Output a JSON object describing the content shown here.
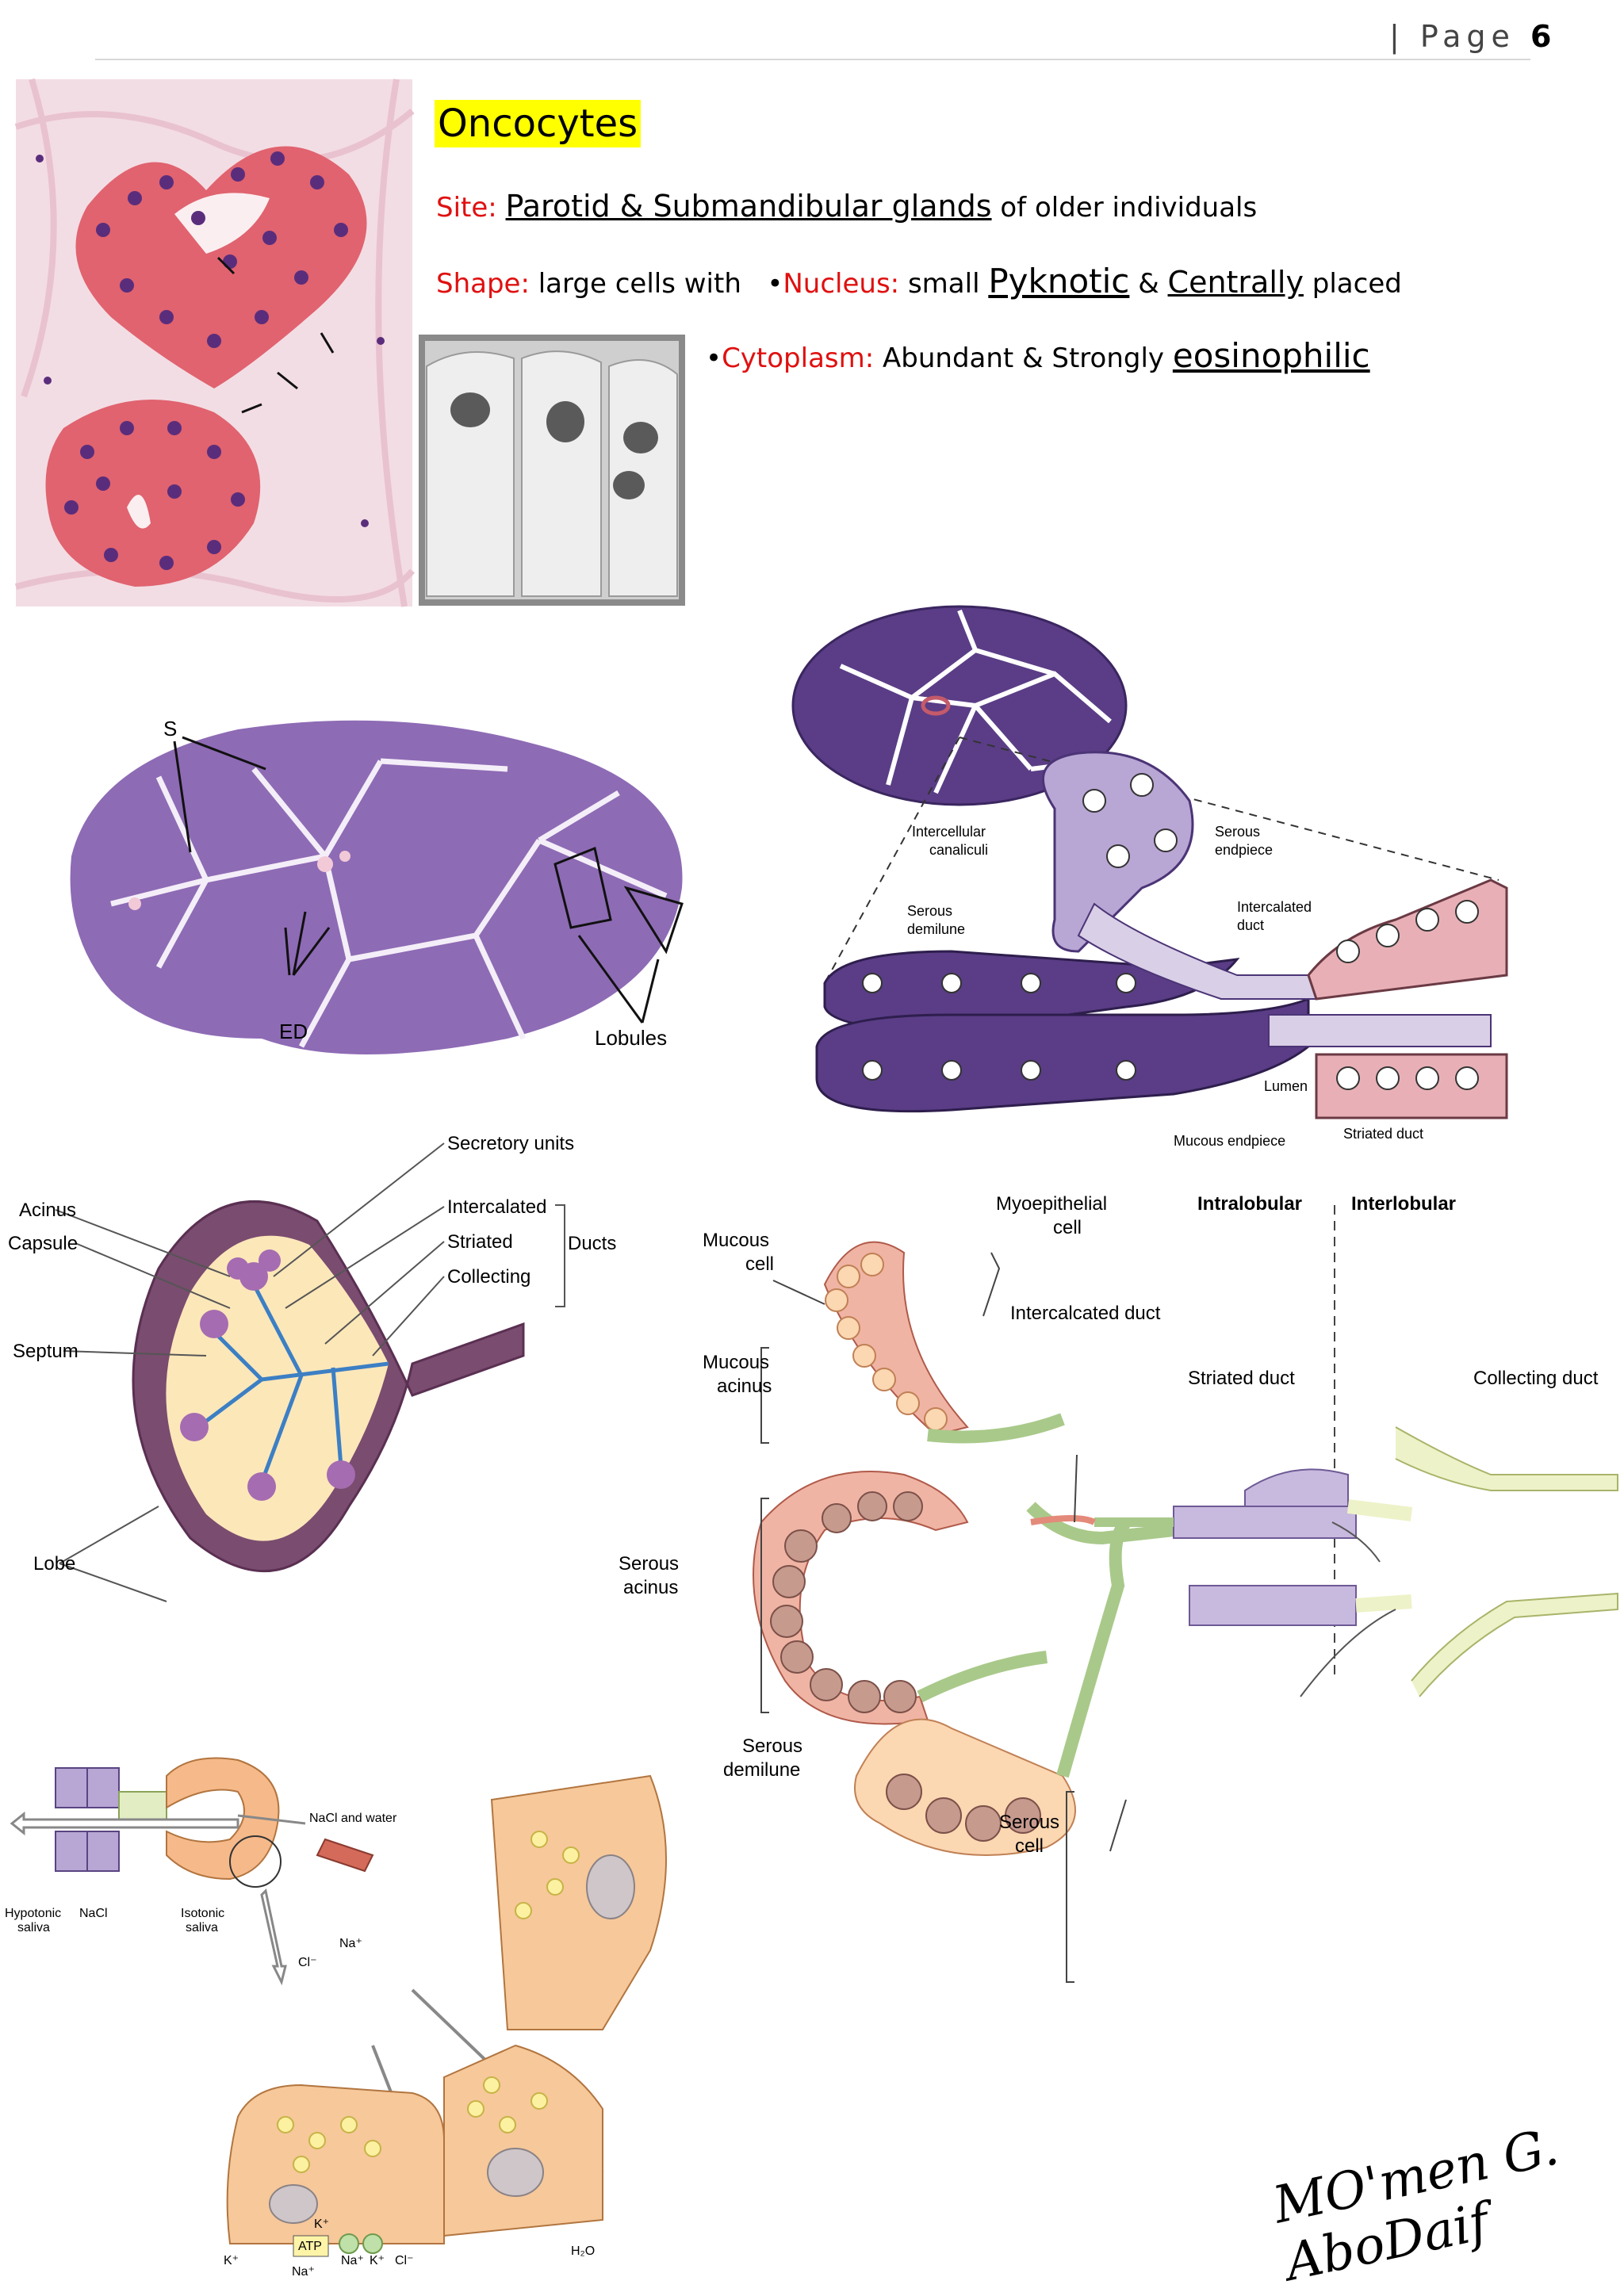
{
  "header": {
    "page_word": "Page",
    "page_number": "6",
    "separator": "|"
  },
  "section": {
    "title": "Oncocytes"
  },
  "site": {
    "label": "Site:",
    "value": "Parotid & Submandibular glands",
    "tail": "of older individuals"
  },
  "shape": {
    "label": "Shape:",
    "value": "large cells with",
    "bullet": "•",
    "nucleus_label": "Nucleus:",
    "nucleus_pre": "small",
    "nucleus_w1": "Pyknotic",
    "amp": "&",
    "nucleus_w2": "Centrally",
    "nucleus_post": "placed"
  },
  "cytoplasm": {
    "bullet": "•",
    "label": "Cytoplasm:",
    "pre": "Abundant & Strongly",
    "word": "eosinophilic"
  },
  "fig_gland": {
    "s": "S",
    "ed": "ED",
    "lobules": "Lobules"
  },
  "fig_duct": {
    "intercellular": "Intercellular",
    "canaliculi": "canaliculi",
    "serous_end1": "Serous",
    "serous_end2": "endpiece",
    "serous_dem1": "Serous",
    "serous_dem2": "demilune",
    "intercalated1": "Intercalated",
    "intercalated2": "duct",
    "lumen": "Lumen",
    "mucous_end": "Mucous endpiece",
    "striated": "Striated duct"
  },
  "fig_lobe": {
    "secretory": "Secretory units",
    "acinus": "Acinus",
    "capsule": "Capsule",
    "intercalated": "Intercalated",
    "striated": "Striated",
    "collecting": "Collecting",
    "ducts": "Ducts",
    "septum": "Septum",
    "lobe": "Lobe"
  },
  "fig_units": {
    "myo1": "Myoepithelial",
    "myo2": "cell",
    "intralobular": "Intralobular",
    "interlobular": "Interlobular",
    "mucous_cell1": "Mucous",
    "mucous_cell2": "cell",
    "intercalated": "Intercalcated duct",
    "mucous_acinus1": "Mucous",
    "mucous_acinus2": "acinus",
    "striated": "Striated duct",
    "collecting": "Collecting duct",
    "serous_acinus1": "Serous",
    "serous_acinus2": "acinus",
    "serous_dem1": "Serous",
    "serous_dem2": "demilune",
    "serous_cell1": "Serous",
    "serous_cell2": "cell"
  },
  "fig_saliva": {
    "nacl_water": "NaCl and water",
    "hypotonic1": "Hypotonic",
    "hypotonic2": "saliva",
    "nacl": "NaCl",
    "isotonic1": "Isotonic",
    "isotonic2": "saliva",
    "cl": "Cl⁻",
    "na_top": "Na⁺",
    "k_mid": "K⁺",
    "atp": "ATP",
    "k_bot": "K⁺",
    "na_bot": "Na⁺",
    "na2": "Na⁺",
    "k2": "K⁺",
    "cl2": "Cl⁻",
    "h2o": "H₂O"
  },
  "signature": "MO'men G. AboDaif"
}
